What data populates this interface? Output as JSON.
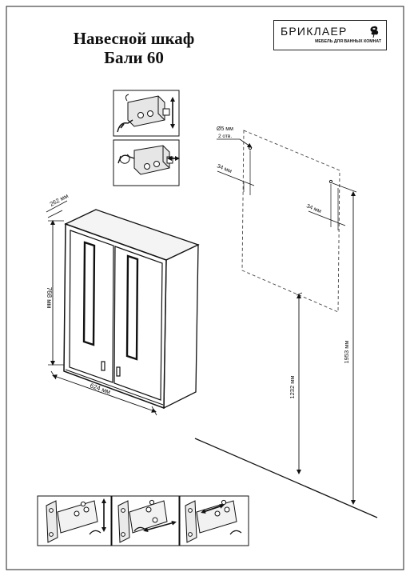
{
  "title": {
    "line1": "Навесной шкаф",
    "line2": "Бали 60"
  },
  "logo": {
    "brand": "БРИКЛАЕР",
    "tagline": "МЕБЕЛЬ ДЛЯ ВАННЫХ КОМНАТ",
    "icon": "rose-icon"
  },
  "cabinet": {
    "depth": "262 мм",
    "height": "768 мм",
    "width": "624 мм"
  },
  "mounting": {
    "hole_spec": "Ø5 мм",
    "hole_count": "2 отв.",
    "offset_left": "34 мм",
    "offset_right": "34 мм",
    "bottom_height": "1232 мм",
    "top_height": "1953 мм"
  },
  "icons": {
    "hanger_adjust_vertical": "hanger-vertical-adjust-icon",
    "hanger_adjust_horizontal": "hanger-horizontal-adjust-icon",
    "hinge_adjust_vertical": "hinge-vertical-adjust-icon",
    "hinge_adjust_depth": "hinge-depth-adjust-icon",
    "hinge_adjust_side": "hinge-side-adjust-icon"
  }
}
